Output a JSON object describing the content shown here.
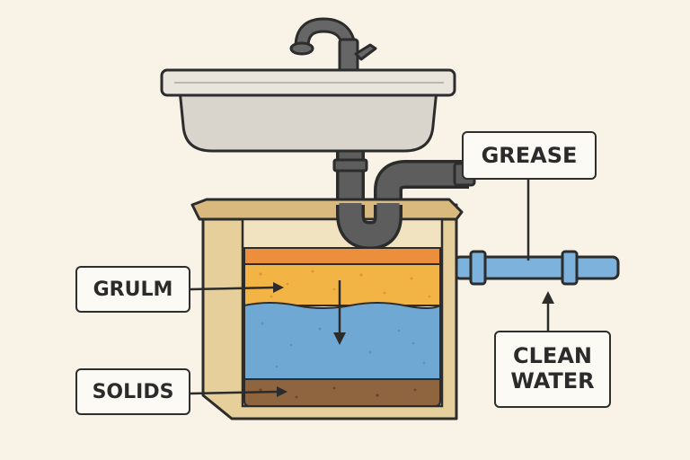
{
  "labels": {
    "grease": "GREASE",
    "grulm": "GRULM",
    "solids": "SOLIDS",
    "clean_water_line1": "CLEAN",
    "clean_water_line2": "WATER"
  },
  "colors": {
    "background": "#f8f3e6",
    "tank": "#e7cf9c",
    "grease_layer": "#ec8f3c",
    "scum_layer": "#f3b446",
    "water_layer": "#6fa9d3",
    "solids_layer": "#8f6540",
    "pipe_gray": "#5d5d5d",
    "outlet_pipe": "#7db2dc",
    "sink": "#d9d5cc"
  }
}
